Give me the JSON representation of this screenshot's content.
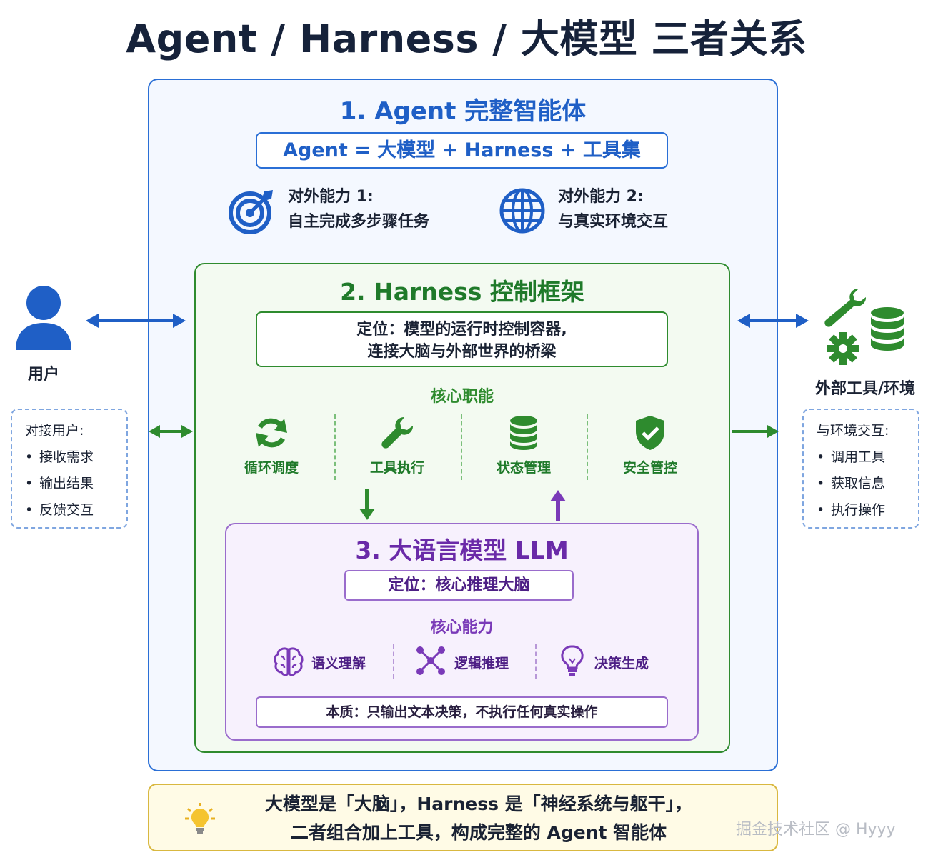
{
  "title": "Agent / Harness / 大模型 三者关系",
  "agent": {
    "title": "1. Agent 完整智能体",
    "formula": "Agent = 大模型 + Harness + 工具集",
    "capabilities": [
      {
        "icon": "target-icon",
        "label": "对外能力 1:",
        "desc": "自主完成多步骤任务"
      },
      {
        "icon": "globe-icon",
        "label": "对外能力 2:",
        "desc": "与真实环境交互"
      }
    ]
  },
  "harness": {
    "title": "2. Harness 控制框架",
    "position_line1": "定位：模型的运行时控制容器,",
    "position_line2": "连接大脑与外部世界的桥梁",
    "duties_label": "核心职能",
    "duties": [
      {
        "icon": "loop-icon",
        "label": "循环调度"
      },
      {
        "icon": "wrench-icon",
        "label": "工具执行"
      },
      {
        "icon": "database-icon",
        "label": "状态管理"
      },
      {
        "icon": "shield-icon",
        "label": "安全管控"
      }
    ]
  },
  "llm": {
    "title": "3. 大语言模型 LLM",
    "position": "定位：核心推理大脑",
    "capabilities_label": "核心能力",
    "capabilities": [
      {
        "icon": "brain-icon",
        "label": "语义理解"
      },
      {
        "icon": "network-icon",
        "label": "逻辑推理"
      },
      {
        "icon": "lightbulb-icon",
        "label": "决策生成"
      }
    ],
    "essence": "本质：只输出文本决策，不执行任何真实操作"
  },
  "user": {
    "label": "用户",
    "panel_title": "对接用户:",
    "items": [
      "接收需求",
      "输出结果",
      "反馈交互"
    ]
  },
  "external": {
    "label": "外部工具/环境",
    "panel_title": "与环境交互:",
    "items": [
      "调用工具",
      "获取信息",
      "执行操作"
    ]
  },
  "summary": {
    "line1": "大模型是「大脑」，Harness 是「神经系统与躯干」，",
    "line2": "二者组合加上工具，构成完整的 Agent 智能体"
  },
  "watermark": "掘金技术社区 @ Hyyy",
  "colors": {
    "agent": "#2a6fd6",
    "harness": "#2e8b2e",
    "llm": "#9a6ccc",
    "summary": "#d9b840"
  }
}
